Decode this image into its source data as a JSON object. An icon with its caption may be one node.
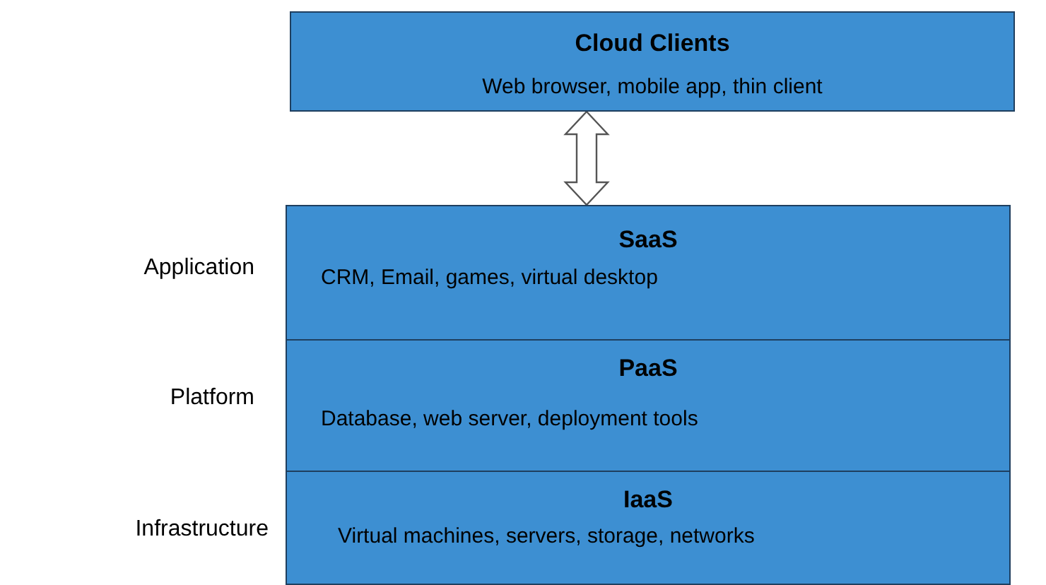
{
  "diagram": {
    "nodes": [
      {
        "text": [
          "Cloud Clients",
          "Web browser, mobile app, thin client"
        ]
      },
      {
        "text": [
          "SaaS",
          "CRM, Email, games, virtual desktop"
        ],
        "beside": [
          "Application"
        ]
      },
      {
        "text": [
          "PaaS",
          "Database, web server, deployment tools"
        ],
        "beside": [
          "Platform"
        ]
      },
      {
        "text": [
          "IaaS",
          "Virtual machines, servers, storage, networks"
        ],
        "beside": [
          "Infrastructure"
        ]
      }
    ],
    "edges": [
      {
        "from": 0,
        "to": 1,
        "arrow": "both"
      }
    ]
  }
}
